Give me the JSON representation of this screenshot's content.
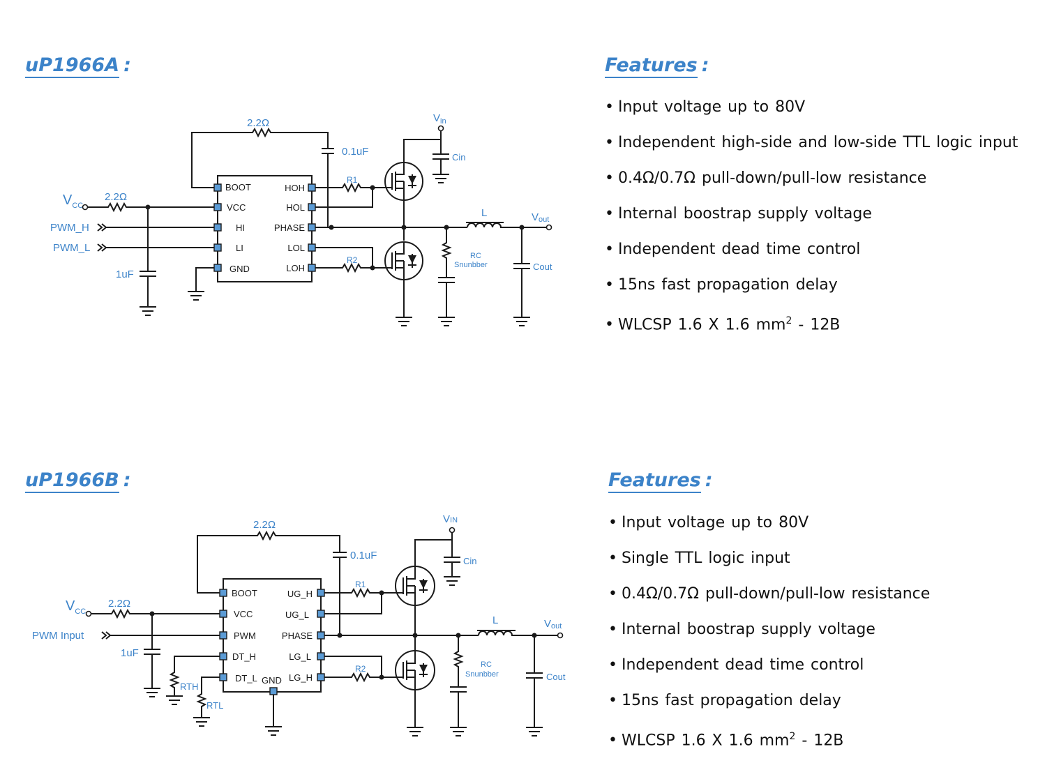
{
  "sections": [
    {
      "title": "uP1966A",
      "features_title": "Features",
      "features": [
        "Input voltage  up to 80V",
        "Independent  high-side  and low-side  TTL  logic input",
        "0.4Ω/0.7Ω  pull-down/pull-low  resistance",
        "Internal  boostrap supply voltage",
        "Independent  dead time  control",
        "15ns fast propagation delay",
        "WLCSP 1.6 X 1.6 mm"
      ],
      "package_sup": "2",
      "package_tail": " - 12B",
      "schematic": {
        "chip_pins_left": [
          "BOOT",
          "VCC",
          "HI",
          "LI",
          "GND"
        ],
        "chip_pins_right": [
          "HOH",
          "HOL",
          "PHASE",
          "LOL",
          "LOH"
        ],
        "boot_resistor": "2.2Ω",
        "boot_cap": "0.1uF",
        "vcc_resistor": "2.2Ω",
        "vcc_label": "V",
        "vcc_sub": "CC",
        "vcc_cap": "1uF",
        "inputs": [
          "PWM_H",
          "PWM_L"
        ],
        "r1": "R1",
        "r2": "R2",
        "vin": "V",
        "vin_sub": "in",
        "cin": "Cin",
        "inductor": "L",
        "vout": "V",
        "vout_sub": "out",
        "snubber": [
          "RC",
          "Snunbber"
        ],
        "cout": "Cout"
      }
    },
    {
      "title": "uP1966B",
      "features_title": "Features",
      "features": [
        "Input voltage  up to 80V",
        "Single TTL logic input",
        "0.4Ω/0.7Ω  pull-down/pull-low  resistance",
        "Internal  boostrap supply voltage",
        "Independent  dead time  control",
        "15ns fast propagation delay",
        "WLCSP 1.6 X 1.6 mm"
      ],
      "package_sup": "2",
      "package_tail": " - 12B",
      "schematic": {
        "chip_pins_left": [
          "BOOT",
          "VCC",
          "PWM",
          "DT_H",
          "DT_L"
        ],
        "chip_pins_right": [
          "UG_H",
          "UG_L",
          "PHASE",
          "LG_L",
          "LG_H"
        ],
        "chip_pin_bottom": "GND",
        "boot_resistor": "2.2Ω",
        "boot_cap": "0.1uF",
        "vcc_resistor": "2.2Ω",
        "vcc_label": "V",
        "vcc_sub": "CC",
        "vcc_cap": "1uF",
        "inputs": [
          "PWM Input"
        ],
        "rth": "RTH",
        "rtl": "RTL",
        "r1": "R1",
        "r2": "R2",
        "vin": "V",
        "vin_sub": "IN",
        "cin": "Cin",
        "inductor": "L",
        "vout": "V",
        "vout_sub": "out",
        "snubber": [
          "RC",
          "Snunbber"
        ],
        "cout": "Cout"
      }
    }
  ]
}
